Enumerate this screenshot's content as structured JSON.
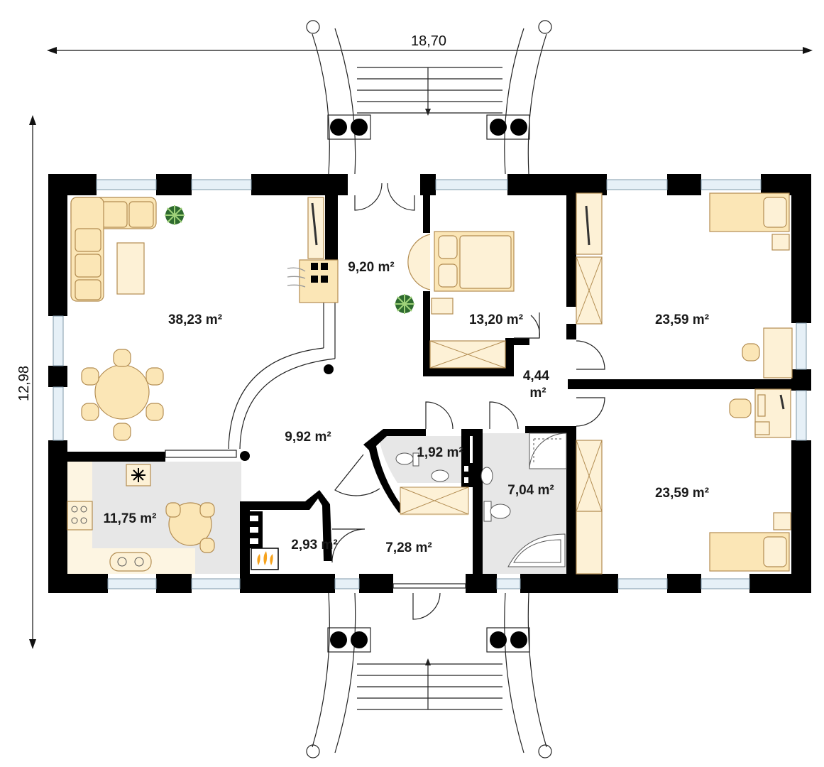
{
  "dimensions": {
    "width": "18,70",
    "height": "12,98"
  },
  "rooms": [
    {
      "id": "living",
      "area": "38,23 m²"
    },
    {
      "id": "hall-upper",
      "area": "9,20 m²"
    },
    {
      "id": "bedroom-master",
      "area": "13,20 m²"
    },
    {
      "id": "bedroom-north",
      "area": "23,59 m²"
    },
    {
      "id": "corridor",
      "area": "4,44 m²"
    },
    {
      "id": "hall-center",
      "area": "9,92 m²"
    },
    {
      "id": "wc",
      "area": "1,92 m²"
    },
    {
      "id": "bathroom",
      "area": "7,04 m²"
    },
    {
      "id": "bedroom-south",
      "area": "23,59 m²"
    },
    {
      "id": "kitchen",
      "area": "11,75 m²"
    },
    {
      "id": "boiler",
      "area": "2,93 m²"
    },
    {
      "id": "vestibule",
      "area": "7,28 m²"
    }
  ],
  "icons": {
    "fridge": "snowflake-icon",
    "fire": "flame-icon",
    "plants": "plant-icon"
  }
}
